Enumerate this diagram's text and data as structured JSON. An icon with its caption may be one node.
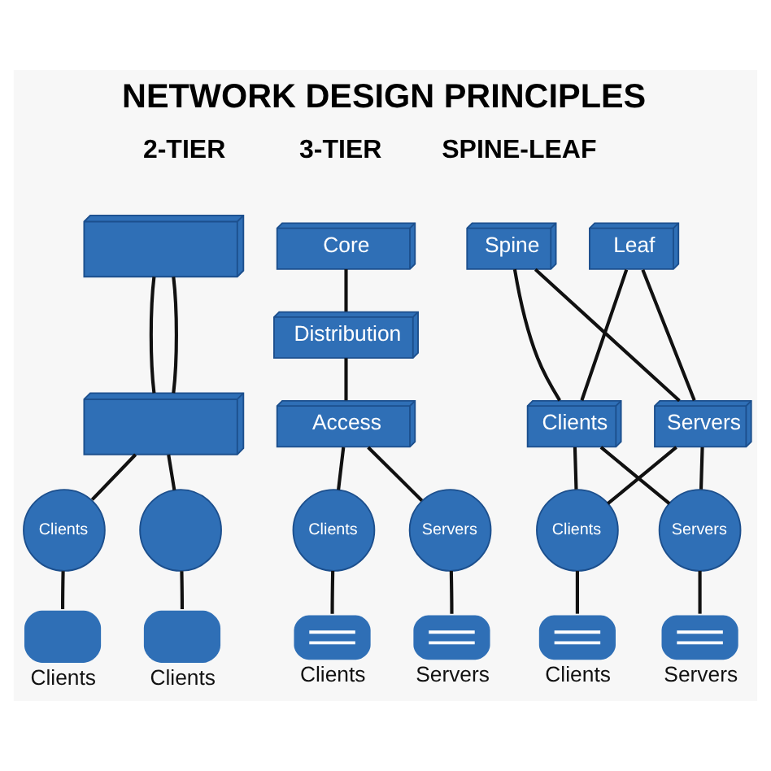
{
  "diagram": {
    "title": "NETWORK DESIGN PRINCIPLES",
    "nodes": [
      {
        "text": [],
        "shape": "box"
      },
      {
        "text": [],
        "shape": "box"
      },
      {
        "text": [
          "Clients"
        ]
      },
      {
        "text": [],
        "shape": "circle"
      },
      {
        "text": [],
        "shape": "ellipse",
        "beside": [
          "Clients"
        ]
      },
      {
        "text": [],
        "shape": "ellipse",
        "beside": [
          "Clients"
        ]
      },
      {
        "text": [
          "Core"
        ]
      },
      {
        "text": [
          "Distribution"
        ]
      },
      {
        "text": [
          "Access"
        ]
      },
      {
        "text": [
          "Clients"
        ]
      },
      {
        "text": [
          "Servers"
        ]
      },
      {
        "text": [],
        "shape": "box",
        "beside": [
          "Clients"
        ]
      },
      {
        "text": [],
        "shape": "box",
        "beside": [
          "Servers"
        ]
      },
      {
        "text": [
          "Spine"
        ]
      },
      {
        "text": [
          "Leaf"
        ]
      },
      {
        "text": [
          "Clients"
        ]
      },
      {
        "text": [
          "Servers"
        ]
      },
      {
        "text": [
          "Clients"
        ]
      },
      {
        "text": [
          "Servers"
        ]
      },
      {
        "text": [],
        "shape": "box",
        "beside": [
          "Clients"
        ]
      },
      {
        "text": [],
        "shape": "box",
        "beside": [
          "Servers"
        ]
      }
    ],
    "edges": [
      {
        "from": 0,
        "to": 1,
        "arrow": "none"
      },
      {
        "from": 0,
        "to": 1,
        "arrow": "none"
      },
      {
        "from": 1,
        "to": 2,
        "arrow": "none"
      },
      {
        "from": 1,
        "to": 3,
        "arrow": "none"
      },
      {
        "from": 2,
        "to": 4,
        "arrow": "none"
      },
      {
        "from": 3,
        "to": 5,
        "arrow": "none"
      },
      {
        "from": 6,
        "to": 7,
        "arrow": "none"
      },
      {
        "from": 7,
        "to": 8,
        "arrow": "none"
      },
      {
        "from": 8,
        "to": 9,
        "arrow": "none"
      },
      {
        "from": 8,
        "to": 10,
        "arrow": "none"
      },
      {
        "from": 9,
        "to": 11,
        "arrow": "none"
      },
      {
        "from": 10,
        "to": 12,
        "arrow": "none"
      },
      {
        "from": 13,
        "to": 15,
        "arrow": "none"
      },
      {
        "from": 13,
        "to": 16,
        "arrow": "none"
      },
      {
        "from": 14,
        "to": 15,
        "arrow": "none"
      },
      {
        "from": 14,
        "to": 16,
        "arrow": "none"
      },
      {
        "from": 15,
        "to": 17,
        "arrow": "none"
      },
      {
        "from": 15,
        "to": 18,
        "arrow": "none"
      },
      {
        "from": 16,
        "to": 17,
        "arrow": "none"
      },
      {
        "from": 16,
        "to": 18,
        "arrow": "none"
      },
      {
        "from": 17,
        "to": 19,
        "arrow": "none"
      },
      {
        "from": 18,
        "to": 20,
        "arrow": "none"
      }
    ],
    "labels": [
      "2-TIER",
      "3-TIER",
      "SPINE-LEAF"
    ]
  }
}
